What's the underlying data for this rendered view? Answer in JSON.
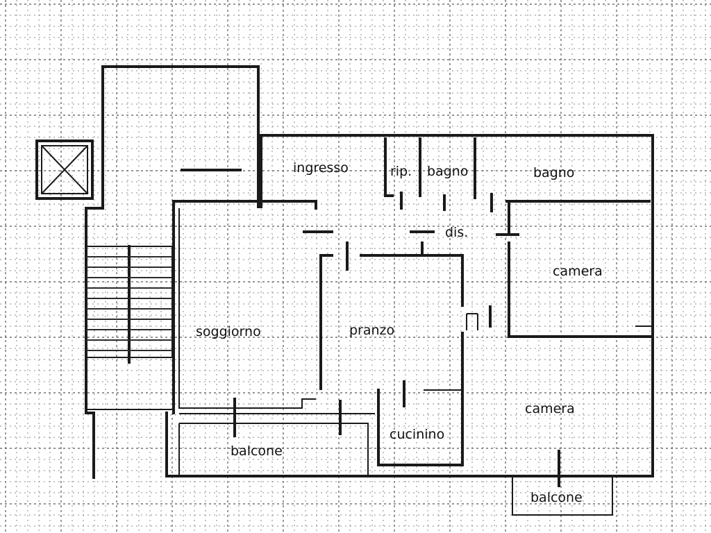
{
  "floor_plan": {
    "rooms": {
      "ingresso": "ingresso",
      "ripostiglio": "rip.",
      "bagno_small": "bagno",
      "bagno_large": "bagno",
      "disimpegno": "dis.",
      "camera_top": "camera",
      "soggiorno": "soggiorno",
      "pranzo": "pranzo",
      "camera_bottom": "camera",
      "cucinino": "cucinino",
      "balcone_left": "balcone",
      "balcone_right": "balcone"
    },
    "icons": {
      "elevator_shaft": "elevator-shaft-icon",
      "staircase": "staircase-icon"
    }
  }
}
